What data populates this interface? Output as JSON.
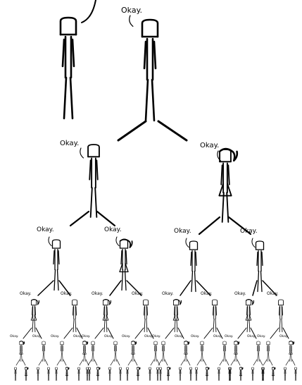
{
  "panel": {
    "speech": "Okay.",
    "figures": [
      {
        "id": "top-listener",
        "hair": "none",
        "says": true
      }
    ]
  }
}
